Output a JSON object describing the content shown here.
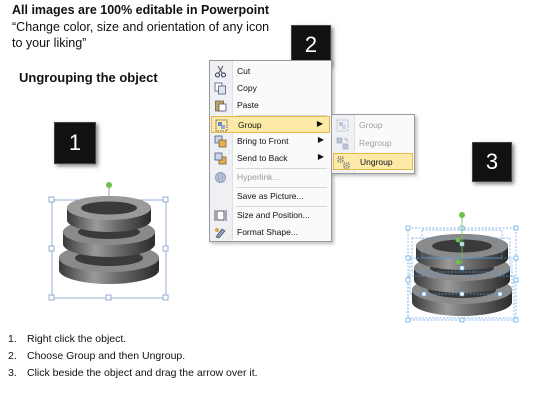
{
  "header": {
    "title": "All images are 100% editable in Powerpoint",
    "line1": "“Change color, size and orientation of any icon",
    "line2": "to your liking”"
  },
  "heading": "Ungrouping the object",
  "badges": [
    "1",
    "2",
    "3"
  ],
  "context_menu": {
    "items": [
      {
        "label": "Cut",
        "icon": "scissors-icon"
      },
      {
        "label": "Copy",
        "icon": "copy-icon"
      },
      {
        "label": "Paste",
        "icon": "paste-icon"
      },
      {
        "label": "Group",
        "icon": "group-icon",
        "highlighted": true,
        "submenu": true
      },
      {
        "label": "Bring to Front",
        "icon": "bring-front-icon",
        "submenu": true
      },
      {
        "label": "Send to Back",
        "icon": "send-back-icon",
        "submenu": true
      },
      {
        "label": "Hyperlink...",
        "icon": "hyperlink-icon",
        "disabled": true
      },
      {
        "label": "Save as Picture...",
        "icon": ""
      },
      {
        "label": "Size and Position...",
        "icon": "size-position-icon"
      },
      {
        "label": "Format Shape...",
        "icon": "format-shape-icon"
      }
    ]
  },
  "submenu": {
    "items": [
      {
        "label": "Group",
        "disabled": true
      },
      {
        "label": "Regroup",
        "disabled": true
      },
      {
        "label": "Ungroup",
        "highlighted": true
      }
    ]
  },
  "steps": [
    {
      "num": "1.",
      "text": "Right click the object."
    },
    {
      "num": "2.",
      "text": "Choose Group and then Ungroup."
    },
    {
      "num": "3.",
      "text": "Click beside the object and drag the arrow over it."
    }
  ],
  "colors": {
    "highlight": "#fde9a8",
    "highlight_border": "#e3b94a",
    "handle": "#5aa0e0",
    "rotate_handle": "#6dc04a"
  }
}
